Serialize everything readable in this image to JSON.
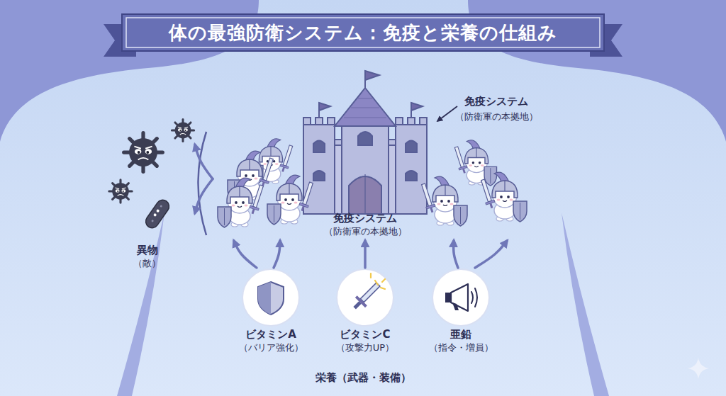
{
  "diagram": {
    "title": "体の最強防衛システム：免疫と栄養の仕組み",
    "nodes": [
      {
        "text": [
          "異物",
          "（敵）"
        ]
      },
      {
        "text": [
          "免疫システム",
          "（防衛軍の本拠地）"
        ]
      },
      {
        "text": [
          "ビタミンA",
          "（バリア強化）"
        ]
      },
      {
        "text": [
          "ビタミンC",
          "（攻撃力UP）"
        ]
      },
      {
        "text": [
          "亜鉛",
          "（指令・増員）"
        ]
      }
    ],
    "edges": [
      {
        "from": 1,
        "to": 0,
        "arrow": "to"
      },
      {
        "from": 1,
        "to": 0,
        "arrow": "to"
      },
      {
        "from": 2,
        "to": 1,
        "arrow": "to"
      },
      {
        "from": 2,
        "to": 1,
        "arrow": "to"
      },
      {
        "from": 3,
        "to": 1,
        "arrow": "to"
      },
      {
        "from": 4,
        "to": 1,
        "arrow": "to"
      },
      {
        "from": 4,
        "to": 1,
        "arrow": "to"
      }
    ],
    "labels": [
      "免疫システム",
      "（防衛軍の本拠地）",
      "栄養（武器・装備）"
    ]
  }
}
